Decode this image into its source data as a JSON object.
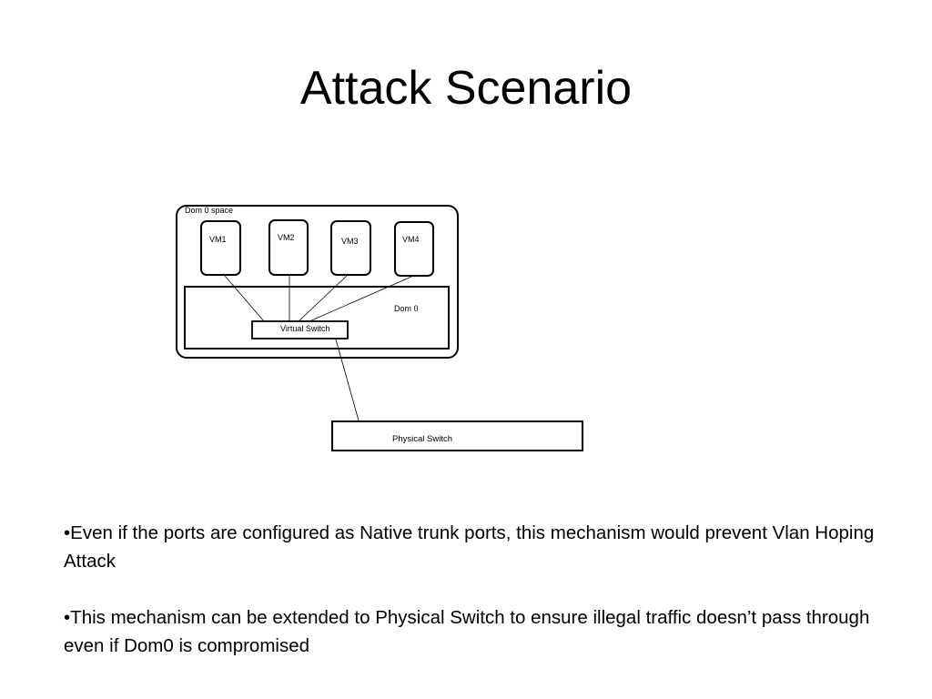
{
  "slide": {
    "title": "Attack Scenario"
  },
  "diagram": {
    "dom0_space_label": "Dom 0 space",
    "vms": [
      "VM1",
      "VM2",
      "VM3",
      "VM4"
    ],
    "dom0_label": "Dom 0",
    "virtual_switch_label": "Virtual Switch",
    "physical_switch_label": "Physical Switch"
  },
  "bullets": [
    "•Even if the ports are configured as Native trunk ports, this mechanism would prevent Vlan Hoping Attack",
    "•This mechanism can be extended to Physical Switch to ensure illegal traffic doesn’t pass through even if Dom0 is compromised"
  ]
}
